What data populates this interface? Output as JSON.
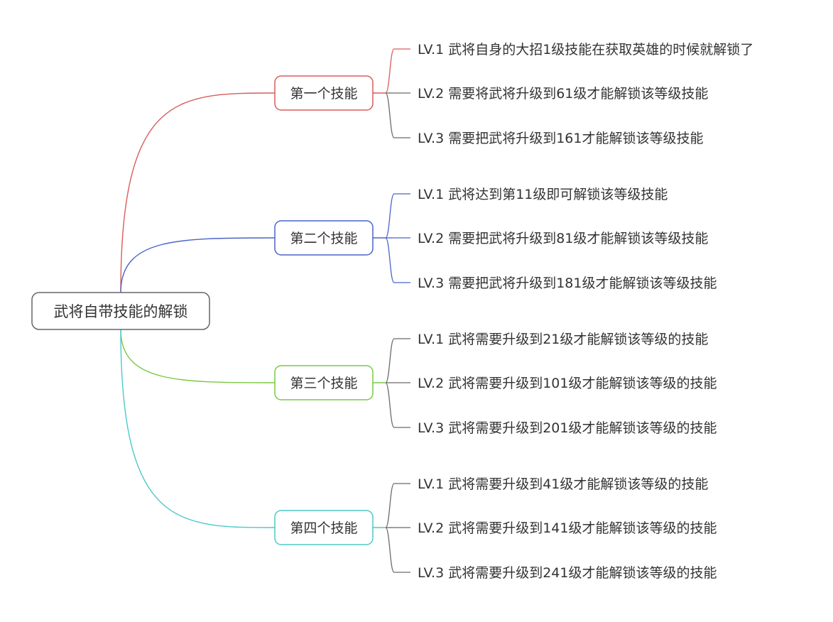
{
  "root": {
    "label": "武将自带技能的解锁"
  },
  "branches": [
    {
      "label": "第一个技能",
      "color": "#d95c5c",
      "children": [
        "LV.1 武将自身的大招1级技能在获取英雄的时候就解锁了",
        "LV.2 需要将武将升级到61级才能解锁该等级技能",
        "LV.3 需要把武将升级到161才能解锁该等级技能"
      ]
    },
    {
      "label": "第二个技能",
      "color": "#4a63c9",
      "children": [
        "LV.1 武将达到第11级即可解锁该等级技能",
        "LV.2 需要把武将升级到81级才能解锁该等级技能",
        "LV.3 需要把武将升级到181级才能解锁该等级技能"
      ]
    },
    {
      "label": "第三个技能",
      "color": "#7ac943",
      "children": [
        "LV.1 武将需要升级到21级才能解锁该等级的技能",
        "LV.2 武将需要升级到101级才能解锁该等级的技能",
        "LV.3 武将需要升级到201级才能解锁该等级的技能"
      ]
    },
    {
      "label": "第四个技能",
      "color": "#4cc9c9",
      "children": [
        "LV.1 武将需要升级到41级才能解锁该等级的技能",
        "LV.2 武将需要升级到141级才能解锁该等级的技能",
        "LV.3 武将需要升级到241级才能解锁该等级的技能"
      ]
    }
  ],
  "colors": {
    "root_border": "#666666",
    "leaf_line": "#6b6b6b",
    "text": "#333333"
  }
}
